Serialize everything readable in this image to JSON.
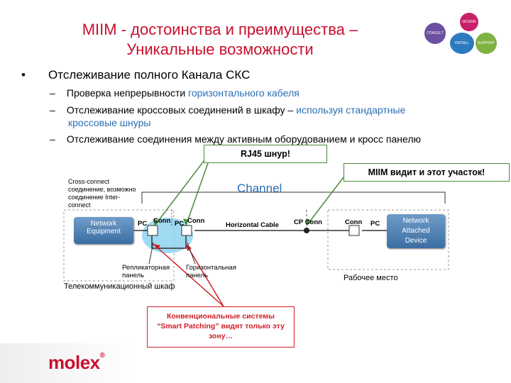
{
  "slide": {
    "title_line1": "MIIM - достоинства и преимущества –",
    "title_line2": "Уникальные возможности",
    "bullet_symbol": "•",
    "bullet_text": "Отслеживание полного Канала СКС",
    "subitems": [
      {
        "dash": "–",
        "plain": "Проверка непрерывности ",
        "highlight": "горизонтального кабеля"
      },
      {
        "dash": "–",
        "plain": "Отслеживание кроссовых соединений в шкафу – ",
        "highlight": "используя стандартные",
        "cont": "кроссовые шнуры"
      },
      {
        "dash": "–",
        "plain": "Отслеживание соединения между активным оборудованием и кросс панелю"
      }
    ]
  },
  "callouts": {
    "rj45": "RJ45 шнур!",
    "miim": "MIIM видит и этот участок!",
    "smart_patching_line1": "Конвенциональные системы",
    "smart_patching_line2": "“Smart Patching” видят только эту",
    "smart_patching_line3": "зону…"
  },
  "diagram": {
    "crossconnect_note_1": "Cross-connect",
    "crossconnect_note_2": "соединение, возможно",
    "crossconnect_note_3": "соединение Inter-",
    "crossconnect_note_4": "connect",
    "channel": "Channel",
    "network_equipment_1": "Network",
    "network_equipment_2": "Equipment",
    "network_attached_1": "Network",
    "network_attached_2": "Attached",
    "network_attached_3": "Device",
    "pc1": "PC",
    "conn1": "Conn",
    "pc2": "PC",
    "conn2": "Conn",
    "horizontal_cable": "Horizontal Cable",
    "cp_conn": "CP Conn",
    "conn3": "Conn",
    "pc3": "PC",
    "replicator_1": "Репликаторная",
    "replicator_2": "панель",
    "horizontal_panel_1": "Горизонтальная",
    "horizontal_panel_2": "панель",
    "telecom_closet": "Телекоммуникационный шкаф",
    "work_area": "Рабочее место"
  },
  "branding": {
    "logo": "molex",
    "registered": "®",
    "circles": [
      "CONSULT",
      "DESIGN",
      "SUPPORT",
      "INSTALL"
    ]
  },
  "colors": {
    "title_red": "#c8102e",
    "highlight_blue": "#2a6fb5",
    "callout_green": "#4b8a3a",
    "callout_red": "#d0202a"
  }
}
